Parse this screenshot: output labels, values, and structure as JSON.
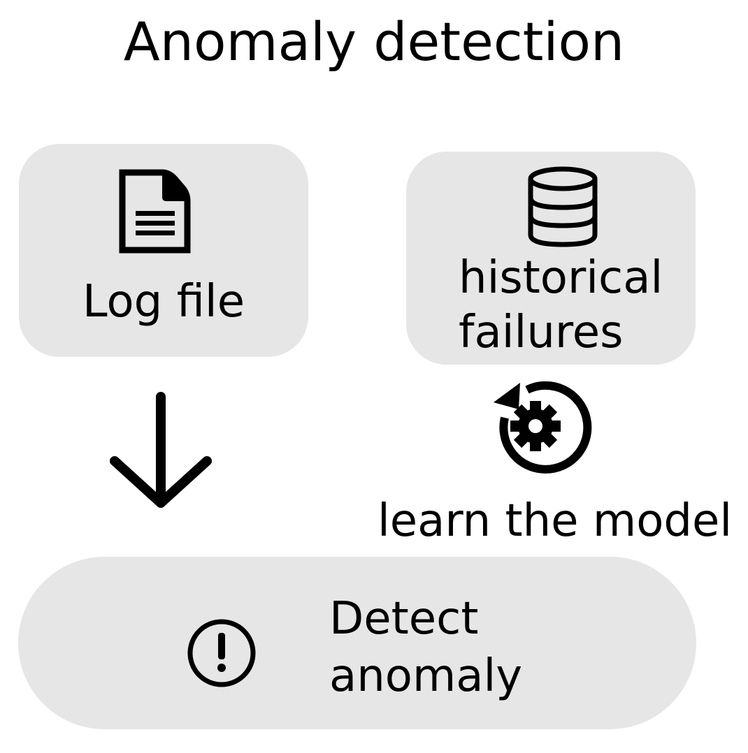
{
  "title": "Anomaly detection",
  "nodes": {
    "log_file": {
      "label": "Log file",
      "icon": "document-icon"
    },
    "historical_failures": {
      "label_line1": "historical",
      "label_line2": "failures",
      "icon": "database-icon"
    },
    "learn_model": {
      "label": "learn the model",
      "icon": "gear-cycle-icon"
    },
    "detect_anomaly": {
      "label_line1": "Detect",
      "label_line2": "anomaly",
      "icon": "exclamation-circle-icon"
    }
  },
  "colors": {
    "box_fill": "#e6e6e6",
    "ink": "#000000"
  }
}
